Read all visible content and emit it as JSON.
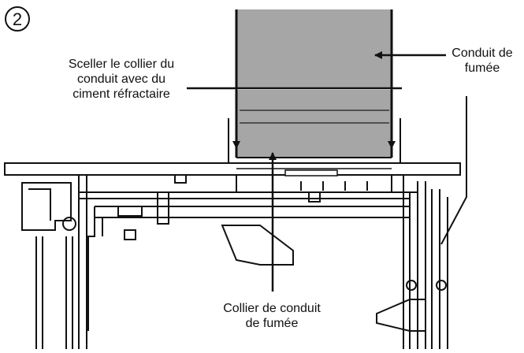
{
  "step_number": "2",
  "labels": {
    "seal_instruction": [
      "Sceller le collier du",
      "conduit avec du",
      "ciment réfractaire"
    ],
    "chimney_flue": [
      "Conduit de",
      "fumée"
    ],
    "flue_collar": [
      "Collier de conduit",
      "de fumée"
    ]
  },
  "colors": {
    "line": "#111111",
    "flue_fill": "#a6a6a6",
    "background": "#ffffff"
  }
}
